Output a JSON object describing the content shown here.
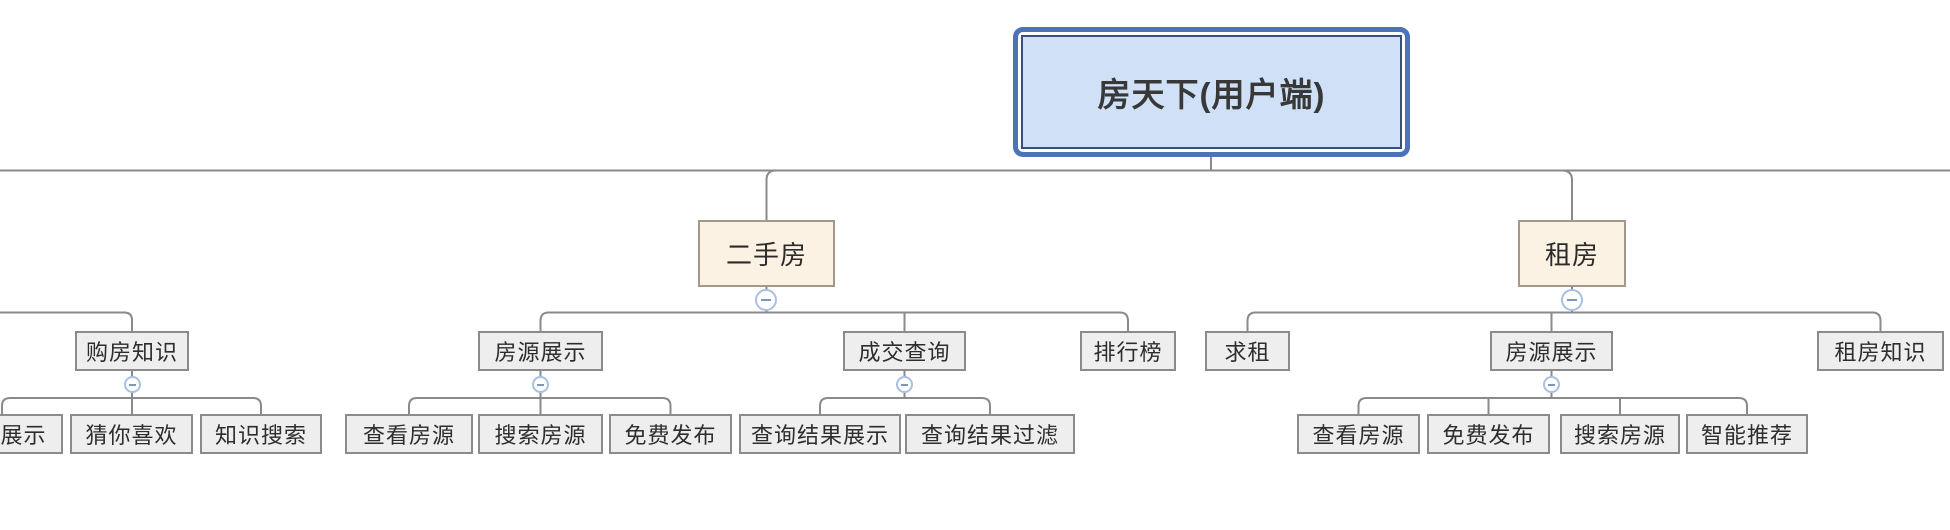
{
  "app": {
    "type": "mindmap-org-chart",
    "title": "房天下(用户端)"
  },
  "colors": {
    "background": "#ffffff",
    "connector": "#8a8a8a",
    "root_fill": "#cfe0f7",
    "root_border": "#33517c",
    "root_selection_ring": "#4c72b7",
    "branch_fill": "#fcf2e3",
    "branch_border": "#a2988b",
    "node_fill": "#eeeeee",
    "node_border": "#8b8b8b",
    "text": "#2d2d2d",
    "collapse_icon_border": "#a7c0e3",
    "collapse_icon_glyph": "#7e96bb"
  },
  "icons": {
    "collapse": "minus-circle-icon"
  },
  "tree": {
    "root": {
      "label": "房天下(用户端)",
      "selected": true
    },
    "clipped_left_branch": {
      "note": "parent node is off-screen to the left",
      "children": [
        {
          "label": "购房知识",
          "collapse_icon": "minus",
          "children": [
            {
              "label": "知识展示"
            },
            {
              "label": "猜你喜欢"
            },
            {
              "label": "知识搜索"
            }
          ]
        }
      ]
    },
    "branches": [
      {
        "label": "二手房",
        "collapse_icon": "minus",
        "children": [
          {
            "label": "房源展示",
            "collapse_icon": "minus",
            "children": [
              {
                "label": "查看房源"
              },
              {
                "label": "搜索房源"
              },
              {
                "label": "免费发布"
              }
            ]
          },
          {
            "label": "成交查询",
            "collapse_icon": "minus",
            "children": [
              {
                "label": "查询结果展示"
              },
              {
                "label": "查询结果过滤"
              }
            ]
          },
          {
            "label": "排行榜",
            "children": []
          }
        ]
      },
      {
        "label": "租房",
        "collapse_icon": "minus",
        "children": [
          {
            "label": "求租",
            "children": []
          },
          {
            "label": "房源展示",
            "collapse_icon": "minus",
            "children": [
              {
                "label": "查看房源"
              },
              {
                "label": "免费发布"
              },
              {
                "label": "搜索房源"
              },
              {
                "label": "智能推荐"
              }
            ]
          },
          {
            "label": "租房知识",
            "children": []
          }
        ]
      }
    ]
  }
}
